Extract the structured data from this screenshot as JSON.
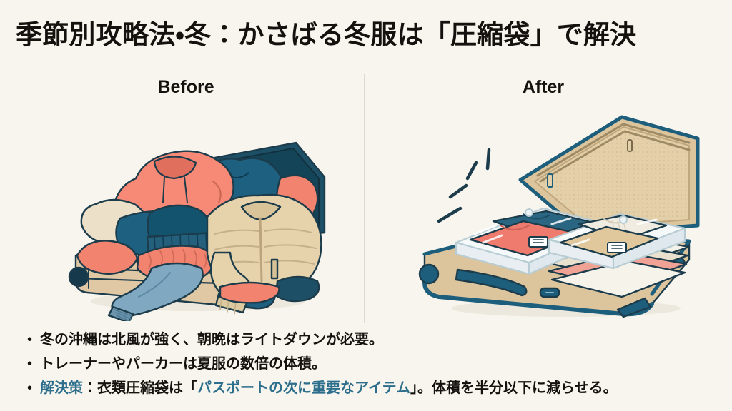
{
  "slide": {
    "background_color": "#f7f5ed",
    "title": "季節別攻略法・冬：かさばる冬服は「圧縮袋」で解決"
  },
  "columns": {
    "before_label": "Before",
    "after_label": "After"
  },
  "illustrations": {
    "before": {
      "name": "overstuffed-suitcase",
      "description": "かさばる冬服が山積みになり閉まらないスーツケース",
      "items": [
        "コーラルのパーカー",
        "ネイビーのセーター",
        "ベージュのダウンジャケット",
        "ブルーのジーンズ",
        "ニットセーター"
      ],
      "colors": {
        "suitcase_shell": "#d9c3a0",
        "suitcase_lid": "#1d4f66",
        "coral": "#f2836f",
        "teal": "#1d6080",
        "navy": "#1d4f66",
        "tan": "#e0cda8",
        "denim": "#7aa3bc",
        "outline": "#1c3c4c"
      }
    },
    "after": {
      "name": "compressed-suitcase",
      "description": "圧縮袋で整理され余裕のあるスーツケース",
      "items": [
        "圧縮袋（ネイビー＋コーラルのシャツ）",
        "圧縮袋（白シャツ＋ベージュのセーター）"
      ],
      "sparkle_count": 4,
      "colors": {
        "suitcase_shell": "#dcc49c",
        "suitcase_trim": "#1d5e7c",
        "lining": "#e3cfa8",
        "bag_film": "#f4f7f8",
        "coral": "#ee7b6d",
        "teal": "#2a6581",
        "cream": "#f1ece1",
        "outline": "#1c3c4c"
      }
    }
  },
  "bullets": [
    {
      "marker": "•",
      "segments": [
        {
          "text": "冬の沖縄は北風が強く、朝晩はライトダウンが必要。",
          "highlight": false
        }
      ]
    },
    {
      "marker": "•",
      "segments": [
        {
          "text": "トレーナーやパーカーは夏服の数倍の体積。",
          "highlight": false
        }
      ]
    },
    {
      "marker": "•",
      "segments": [
        {
          "text": "解決策",
          "highlight": true
        },
        {
          "text": "：衣類圧縮袋は「",
          "highlight": false
        },
        {
          "text": "パスポートの次に重要なアイテム",
          "highlight": true
        },
        {
          "text": "」。体積を半分以下に減らせる。",
          "highlight": false
        }
      ]
    }
  ],
  "accent_color": "#2d6e8c",
  "text_color": "#14120e"
}
